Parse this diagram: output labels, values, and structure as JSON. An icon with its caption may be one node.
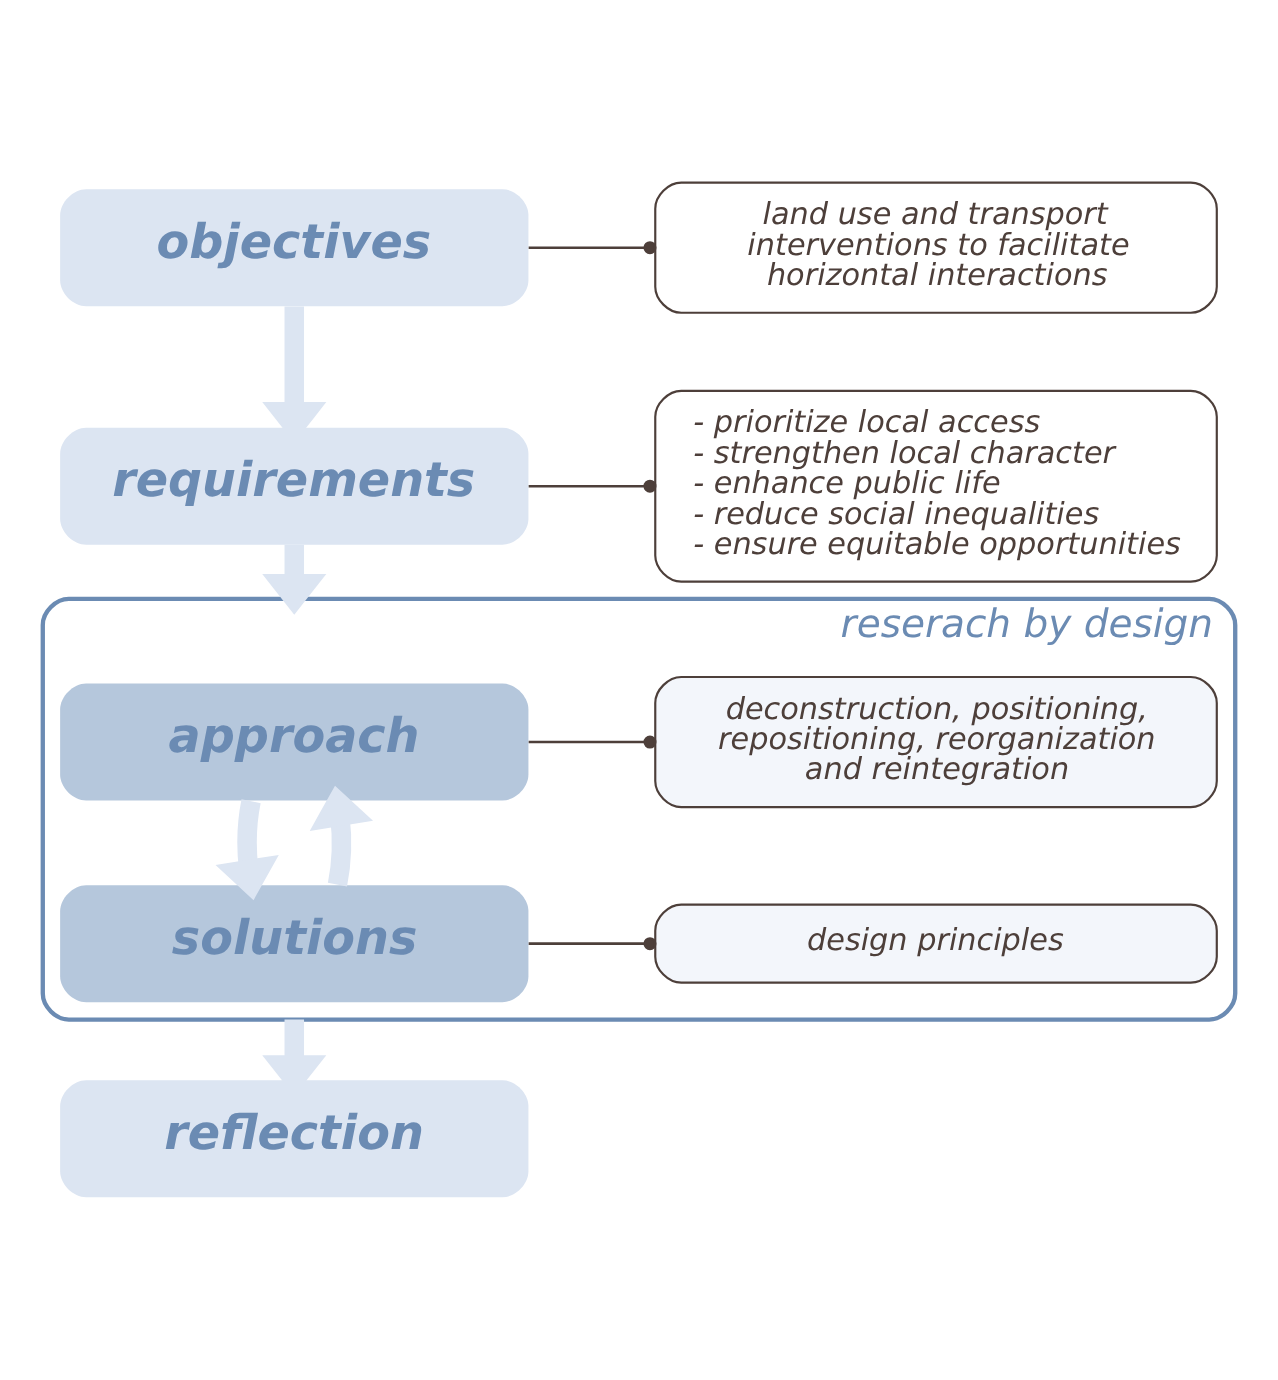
{
  "diagram": {
    "nodes": [
      {
        "text": [
          "objectives"
        ]
      },
      {
        "text": [
          "land use and transport interventions to facilitate horizontal interactions"
        ]
      },
      {
        "text": [
          "requirements"
        ]
      },
      {
        "text": [
          "- prioritize local access",
          "- strengthen local character",
          "- enhance public life",
          "- reduce social inequalities",
          "- ensure equitable opportunities"
        ]
      },
      {
        "text": [
          "reserach by design"
        ]
      },
      {
        "text": [
          "approach"
        ],
        "in": 4
      },
      {
        "text": [
          "deconstruction, positioning, repositioning, reorganization and reintegration"
        ],
        "in": 4
      },
      {
        "text": [
          "solutions"
        ],
        "in": 4
      },
      {
        "text": [
          "design principles"
        ],
        "in": 4
      },
      {
        "text": [
          "reflection"
        ]
      }
    ],
    "edges": [
      {
        "from": 0,
        "to": 1,
        "arrow": "other",
        "color": "#4d3f3a"
      },
      {
        "from": 0,
        "to": 2,
        "arrow": "to"
      },
      {
        "from": 2,
        "to": 3,
        "arrow": "other",
        "color": "#4d3f3a"
      },
      {
        "from": 2,
        "to": 4,
        "arrow": "to"
      },
      {
        "from": 5,
        "to": 6,
        "arrow": "other",
        "color": "#4d3f3a"
      },
      {
        "from": 5,
        "to": 7,
        "arrow": "to"
      },
      {
        "from": 7,
        "to": 5,
        "arrow": "to"
      },
      {
        "from": 7,
        "to": 8,
        "arrow": "other",
        "color": "#4d3f3a"
      },
      {
        "from": 4,
        "to": 9,
        "arrow": "to"
      }
    ]
  }
}
